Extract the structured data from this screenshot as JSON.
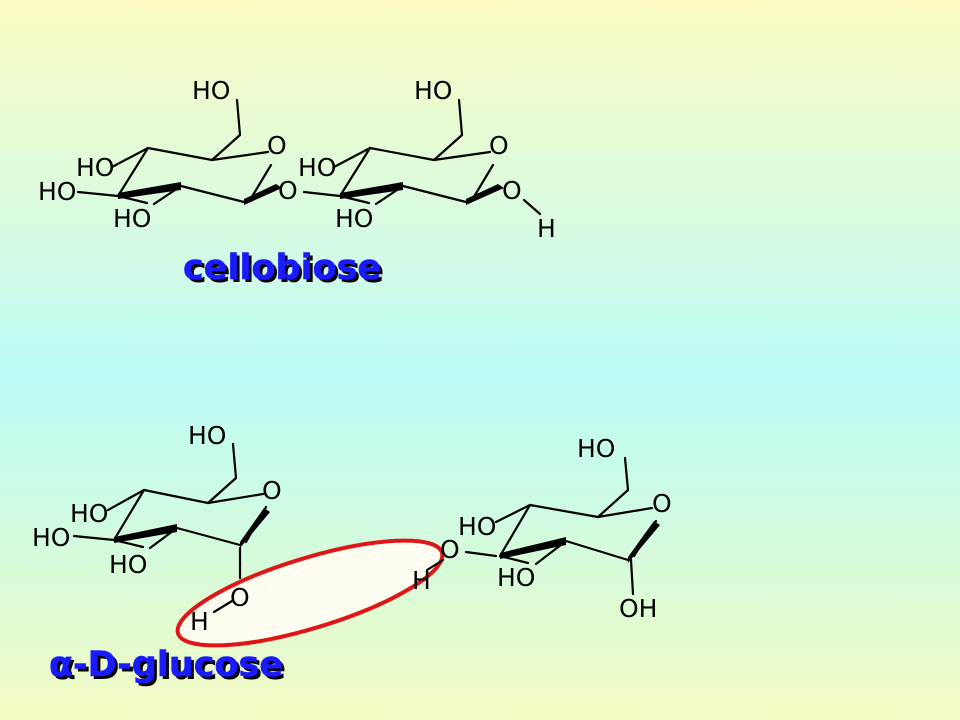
{
  "captions": {
    "cellobiose": "cellobiose",
    "alpha_prefix": "α",
    "glucose": "-D-glucose"
  },
  "atoms": {
    "ho": "HO",
    "o": "O",
    "h": "H",
    "oh": "OH"
  },
  "colors": {
    "caption": "#1a1aff",
    "highlight_ring": "#e01515",
    "highlight_fill": "#fffdf0"
  }
}
